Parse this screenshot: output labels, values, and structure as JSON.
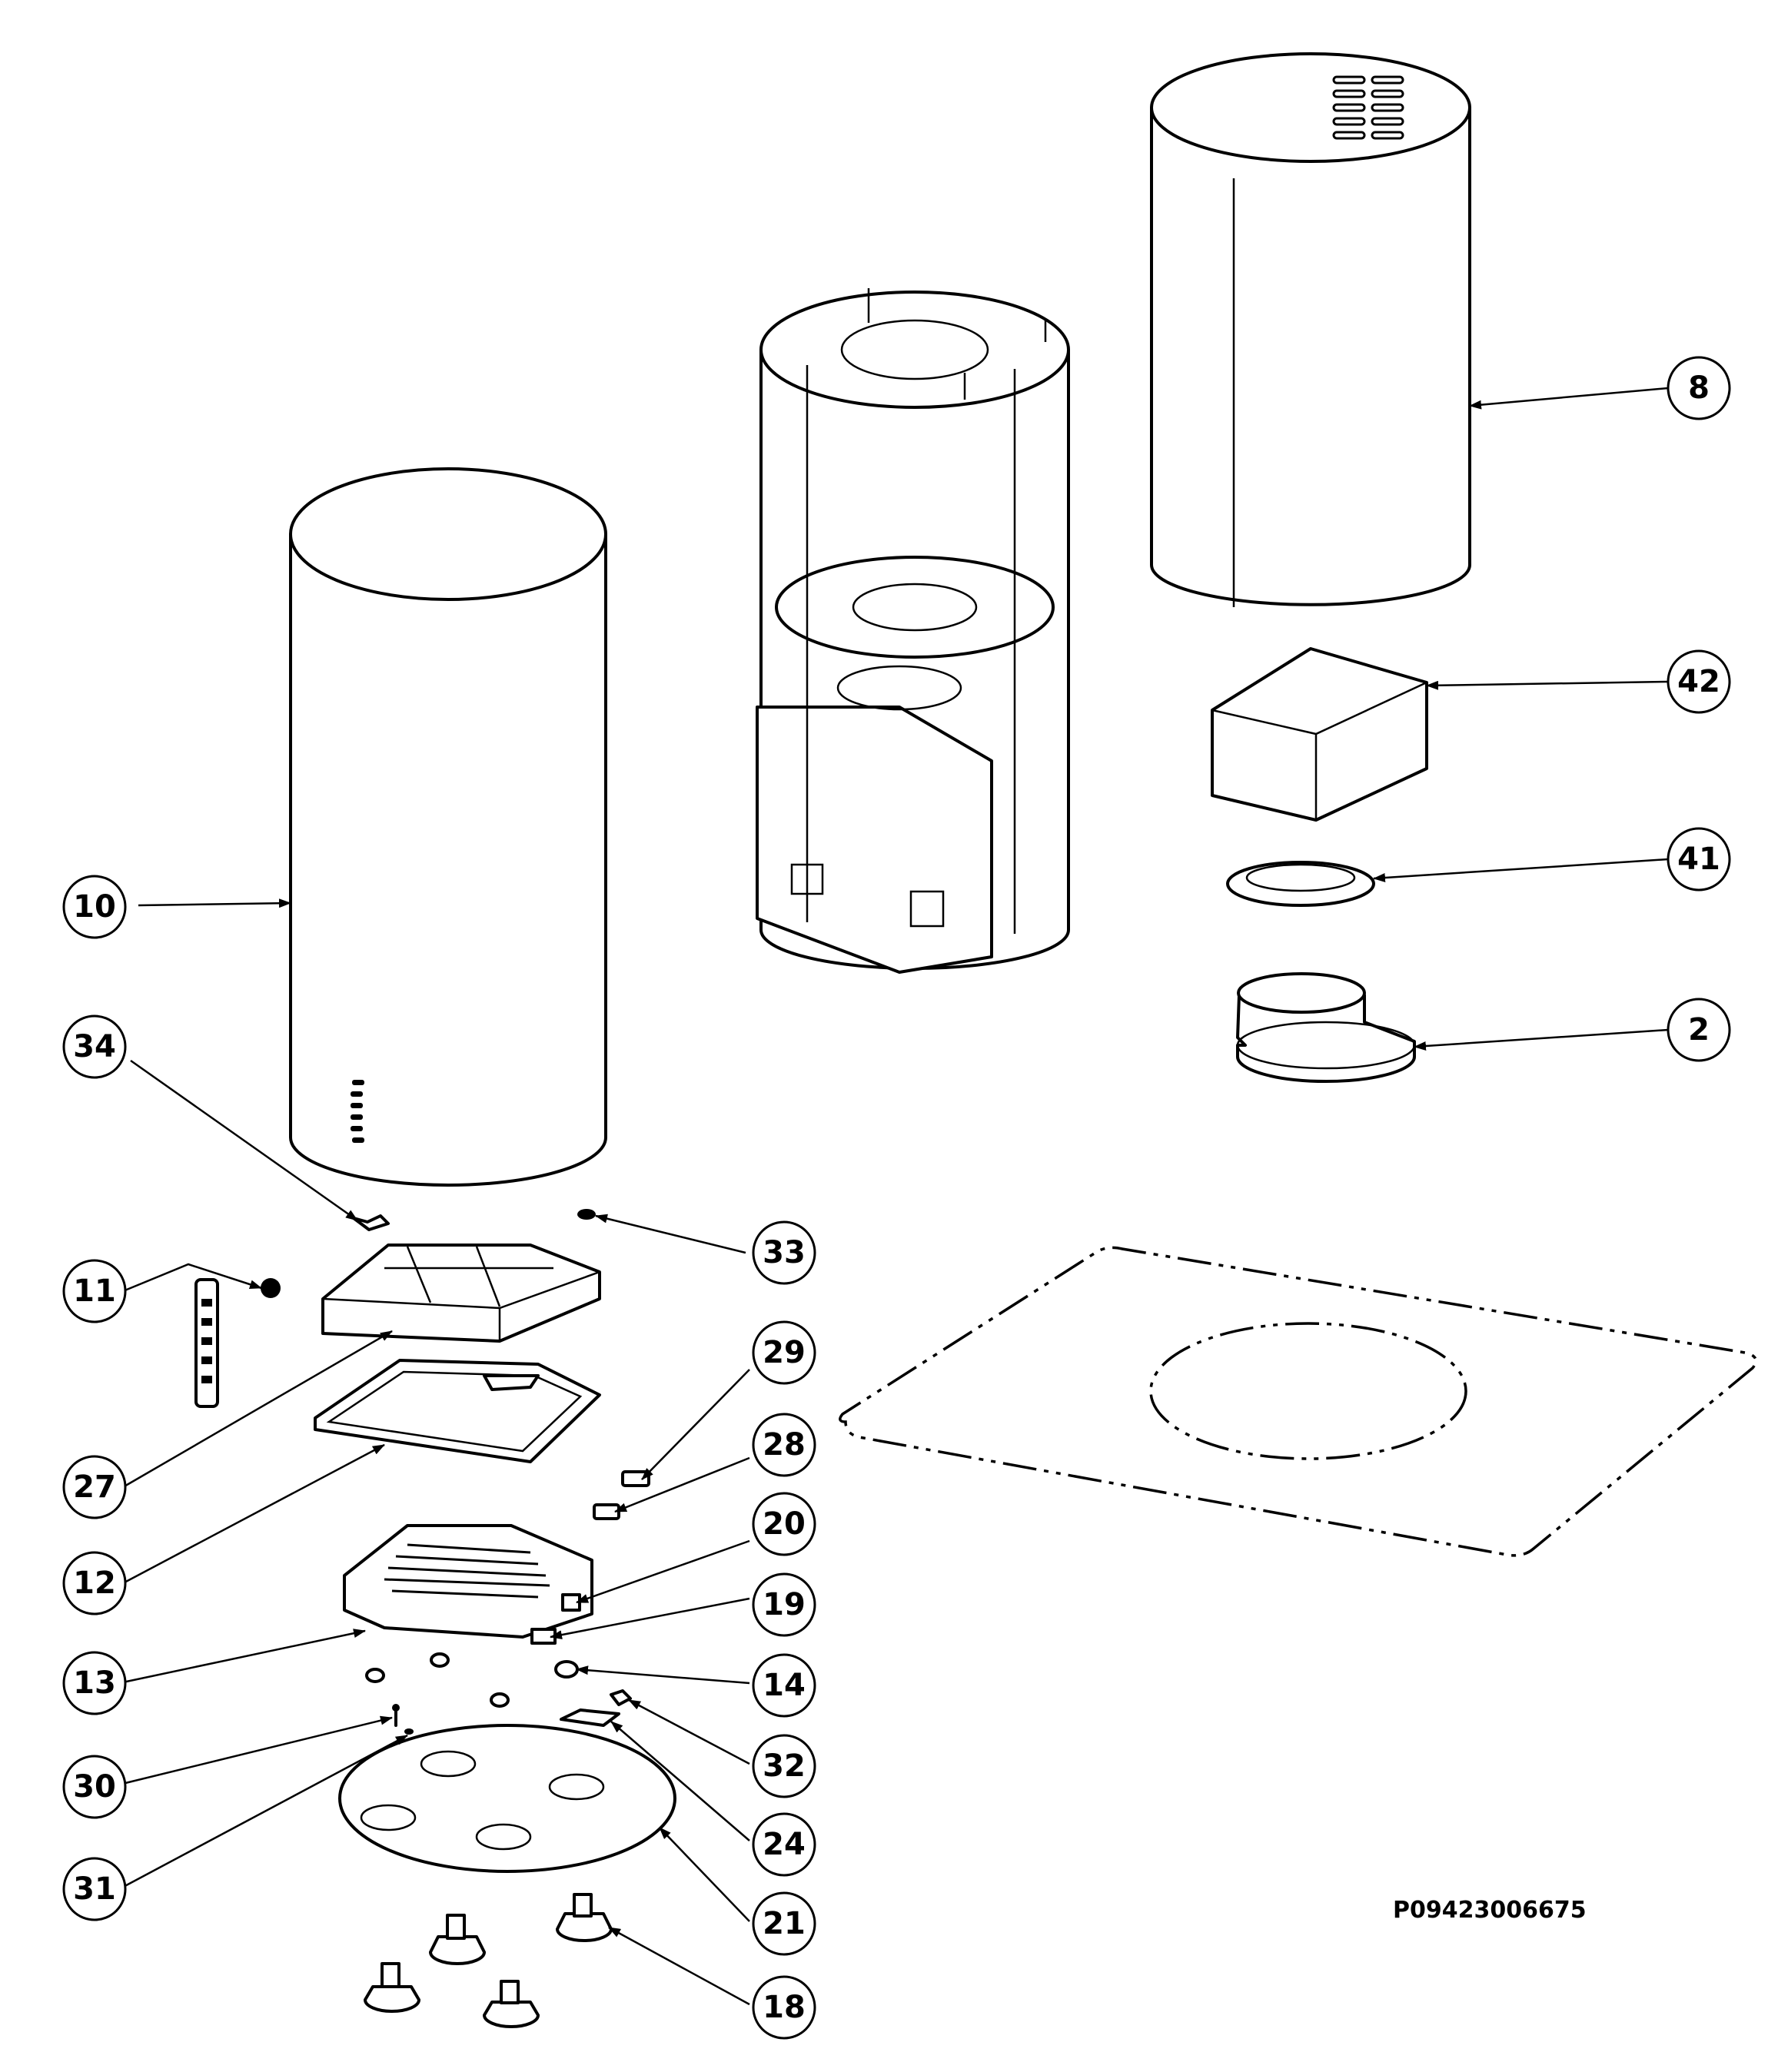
{
  "diagram": {
    "reference_code": "P09423006675",
    "callouts": [
      {
        "label": "8"
      },
      {
        "label": "42"
      },
      {
        "label": "41"
      },
      {
        "label": "2"
      },
      {
        "label": "10"
      },
      {
        "label": "34"
      },
      {
        "label": "33"
      },
      {
        "label": "11"
      },
      {
        "label": "29"
      },
      {
        "label": "27"
      },
      {
        "label": "28"
      },
      {
        "label": "12"
      },
      {
        "label": "20"
      },
      {
        "label": "19"
      },
      {
        "label": "13"
      },
      {
        "label": "14"
      },
      {
        "label": "30"
      },
      {
        "label": "32"
      },
      {
        "label": "24"
      },
      {
        "label": "31"
      },
      {
        "label": "21"
      },
      {
        "label": "18"
      }
    ],
    "colors": {
      "ink": "#000000",
      "paper": "#ffffff"
    }
  }
}
